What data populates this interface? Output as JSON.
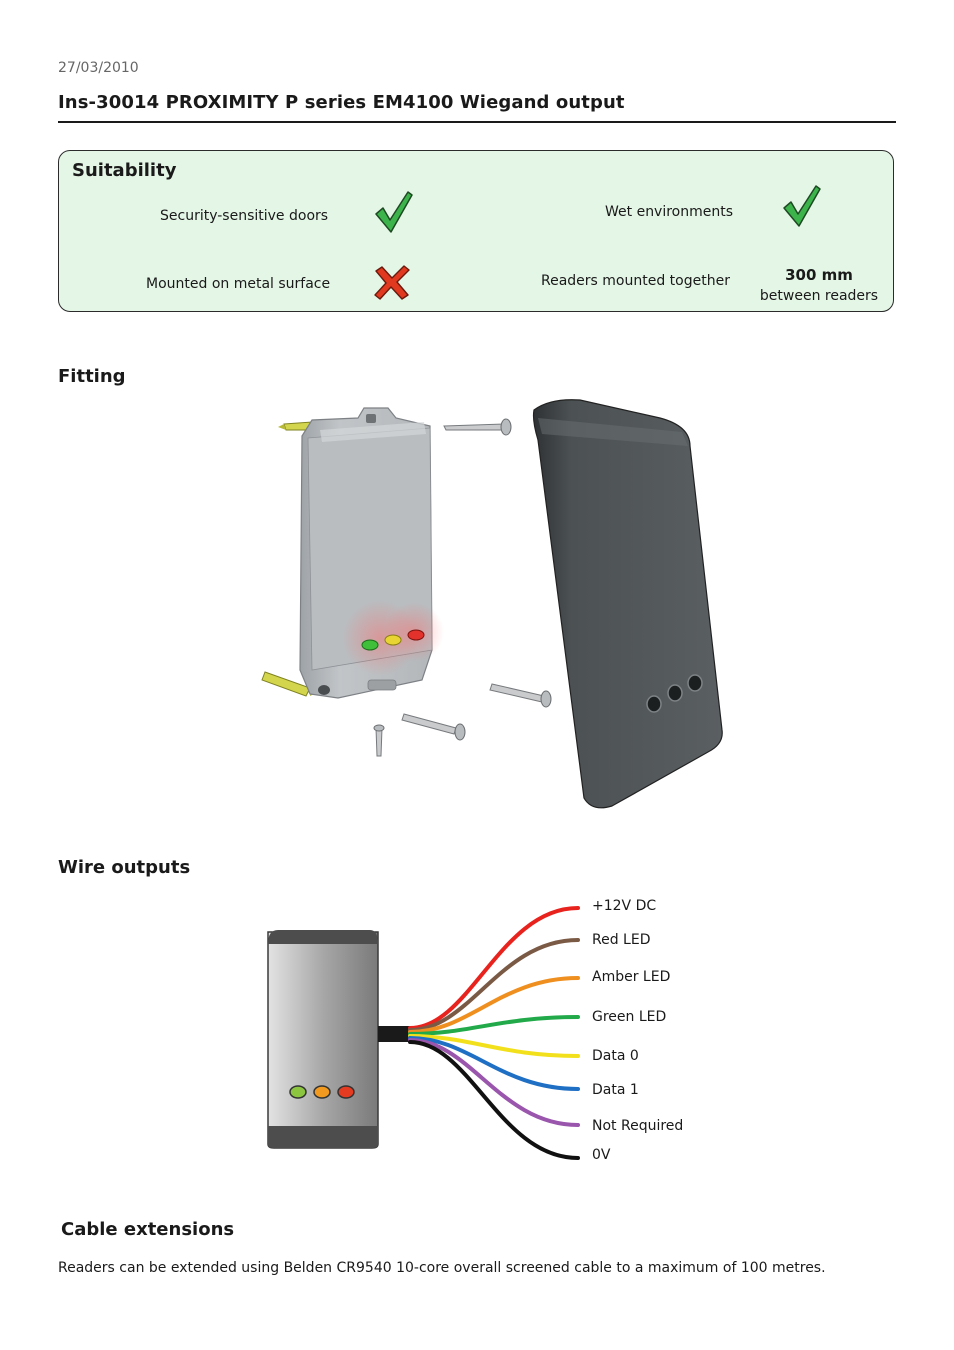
{
  "header": {
    "date": "27/03/2010",
    "title": "Ins-30014  PROXIMITY P series EM4100 Wiegand output"
  },
  "suitability": {
    "heading": "Suitability",
    "items": [
      {
        "label": "Security-sensitive doors",
        "status": "check-icon"
      },
      {
        "label": "Wet environments",
        "status": "check-icon"
      },
      {
        "label": "Mounted on metal surface",
        "status": "cross-icon"
      },
      {
        "label": "Readers mounted together",
        "value": "300 mm",
        "note": "between readers"
      }
    ]
  },
  "fitting": {
    "heading": "Fitting"
  },
  "wire_outputs": {
    "heading": "Wire outputs",
    "wires": [
      {
        "label": "+12V DC",
        "color": "#e8231e"
      },
      {
        "label": "Red LED",
        "color": "#7b5a45"
      },
      {
        "label": "Amber LED",
        "color": "#ee8f20"
      },
      {
        "label": "Green LED",
        "color": "#22aa4a"
      },
      {
        "label": "Data 0",
        "color": "#f2e01c"
      },
      {
        "label": "Data 1",
        "color": "#1f6fc4"
      },
      {
        "label": "Not Required",
        "color": "#9a55ac"
      },
      {
        "label": "0V",
        "color": "#111111"
      }
    ]
  },
  "cable_extensions": {
    "heading": "Cable extensions",
    "text": "Readers can be extended using Belden CR9540 10-core overall screened cable to a maximum of 100 metres."
  },
  "colors": {
    "check": "#3cb44b",
    "cross": "#e0391f",
    "panel_bg": "#e4f6e6"
  }
}
